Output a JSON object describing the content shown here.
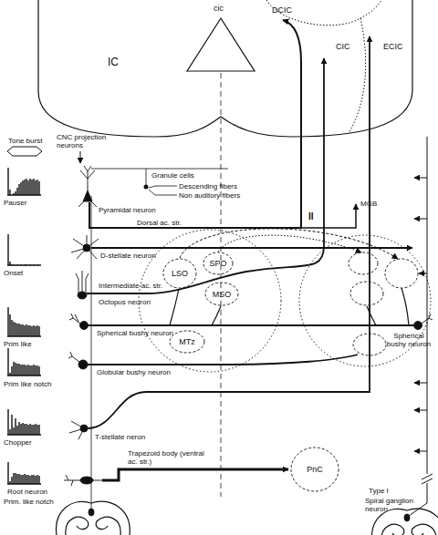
{
  "diagram": {
    "nodes": [
      {
        "text": [
          "IC",
          "cic",
          "DCIC",
          "CIC",
          "ECIC"
        ]
      },
      {
        "text": [
          "LSO"
        ]
      },
      {
        "text": [
          "SPO"
        ]
      },
      {
        "text": [
          "MSO"
        ]
      },
      {
        "text": [
          "MTz"
        ]
      },
      {
        "text": [
          "PnC"
        ]
      }
    ],
    "labels": [
      "Tone burst",
      "CNC projection neurons",
      "Granule cells",
      "Descending fibers",
      "Non auditory fibers",
      "MGB",
      "Pauser",
      "Pyramidal neuron",
      "II",
      "Dorsal ac. str.",
      "D-stellate neuron",
      "Onset",
      "Octopus neuron",
      "Intermediate ac. str.",
      "Spherical bushy neuron",
      "Prim like",
      "Spherical bushy neuron",
      "Globular bushy neuron",
      "Prim like notch",
      "T-stellate neron",
      "Chopper",
      "Trapezoid body (ventral ac. str.)",
      "Root neuron",
      "Prim. like notch",
      "Type I",
      "Spiral ganglion neuron"
    ]
  }
}
